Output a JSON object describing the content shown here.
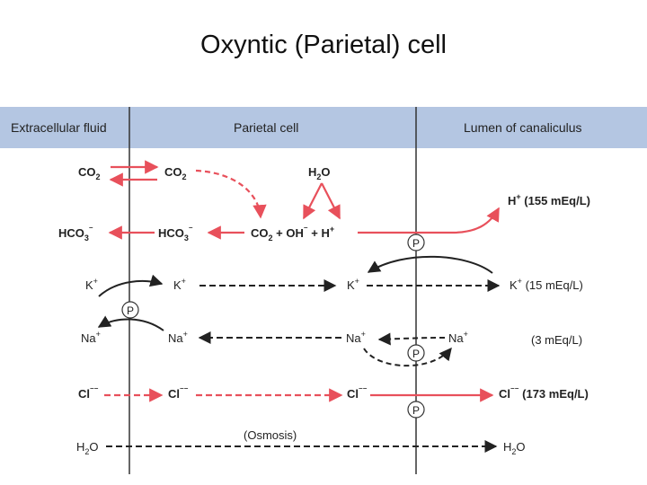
{
  "title": "Oxyntic (Parietal) cell",
  "columns": {
    "extracellular": "Extracellular fluid",
    "parietal": "Parietal cell",
    "lumen": "Lumen of canaliculus"
  },
  "labels": {
    "co2": "CO",
    "two": "2",
    "three": "3",
    "h2o_h": "H",
    "h2o_o": "O",
    "hco3_left": "HCO",
    "minus": "⁻",
    "plus": "+",
    "oh": "OH",
    "h": "H",
    "k": "K",
    "na": "Na",
    "cl": "Cl",
    "cl_minus": "⁻⁻",
    "plus_sign": "+",
    "p": "P",
    "osmosis": "(Osmosis)",
    "h_conc": "(155 mEq/L)",
    "k_conc": "(15 mEq/L)",
    "na_conc": "(3 mEq/L)",
    "cl_conc": "(173 mEq/L)"
  },
  "colors": {
    "red": "#e8505b",
    "black": "#222222",
    "header_band": "#b4c6e2"
  }
}
